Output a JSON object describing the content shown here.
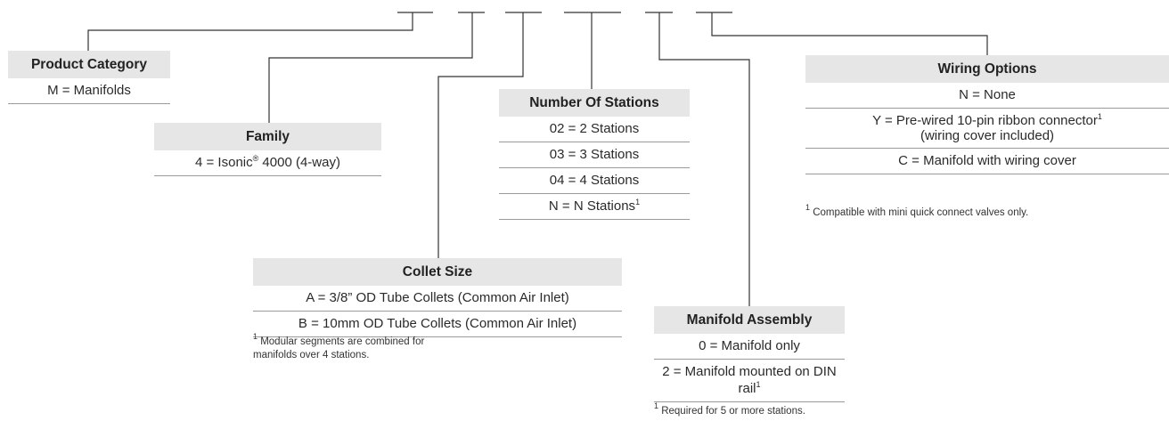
{
  "product_category": {
    "title": "Product Category",
    "rows": [
      "M = Manifolds"
    ]
  },
  "family": {
    "title": "Family",
    "row_prefix": "4 = Isonic",
    "row_reg": "®",
    "row_suffix": " 4000 (4-way)"
  },
  "number_of_stations": {
    "title": "Number Of Stations",
    "rows": [
      "02 = 2 Stations",
      "03 = 3 Stations",
      "04 = 4 Stations"
    ],
    "last_row": "N = N Stations",
    "last_row_sup": "1"
  },
  "collet_size": {
    "title": "Collet Size",
    "rows": [
      "A = 3/8” OD Tube Collets (Common Air Inlet)",
      "B = 10mm OD Tube Collets (Common Air Inlet)"
    ],
    "footnote_sup": "1",
    "footnote_line1": " Modular segments are combined for",
    "footnote_line2": "manifolds over 4 stations."
  },
  "manifold_assembly": {
    "title": "Manifold Assembly",
    "rows": [
      "0 = Manifold only"
    ],
    "last_row": "2 = Manifold mounted on DIN rail",
    "last_row_sup": "1",
    "footnote_sup": "1",
    "footnote": " Required for 5 or more stations."
  },
  "wiring_options": {
    "title": "Wiring Options",
    "row_none": "N = None",
    "row_y_line1": "Y = Pre-wired 10-pin ribbon connector",
    "row_y_sup": "1",
    "row_y_line2": "(wiring cover included)",
    "row_c": "C = Manifold with wiring cover",
    "footnote_sup": "1",
    "footnote": " Compatible with mini quick connect valves only."
  },
  "colors": {
    "header_bg": "#e6e6e6",
    "line": "#333333",
    "rule": "#9a9a9a"
  }
}
